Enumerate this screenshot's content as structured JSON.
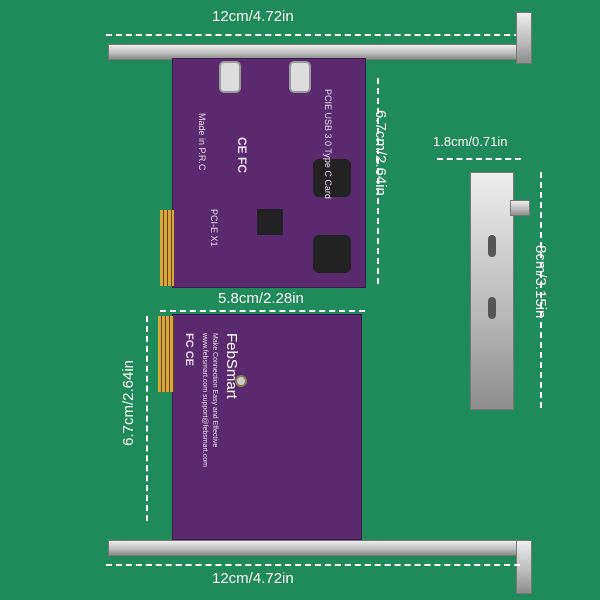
{
  "dimensions": {
    "top_length": "12cm/4.72in",
    "top_height": "6.7cm/2.64in",
    "bracket_width": "1.8cm/0.71in",
    "bracket_height": "8cm/3.15in",
    "board_width": "5.8cm/2.28in",
    "bottom_height": "6.7cm/2.64in",
    "bottom_length": "12cm/4.72in"
  },
  "board_front": {
    "product_text": "PCIE USB 3.0 Type C Card",
    "origin": "Made in P.R.C",
    "interface": "PCI-E X1",
    "marks": "CE FC"
  },
  "board_back": {
    "brand": "FebSmart",
    "tagline": "Make Connection Easy and Effective",
    "contact": "www.febsmart.com support@febsmart.com",
    "marks": "FC CE"
  },
  "colors": {
    "background": "#1f8b5b",
    "pcb": "#5b2a6e",
    "bracket": "#c8c8c8"
  }
}
